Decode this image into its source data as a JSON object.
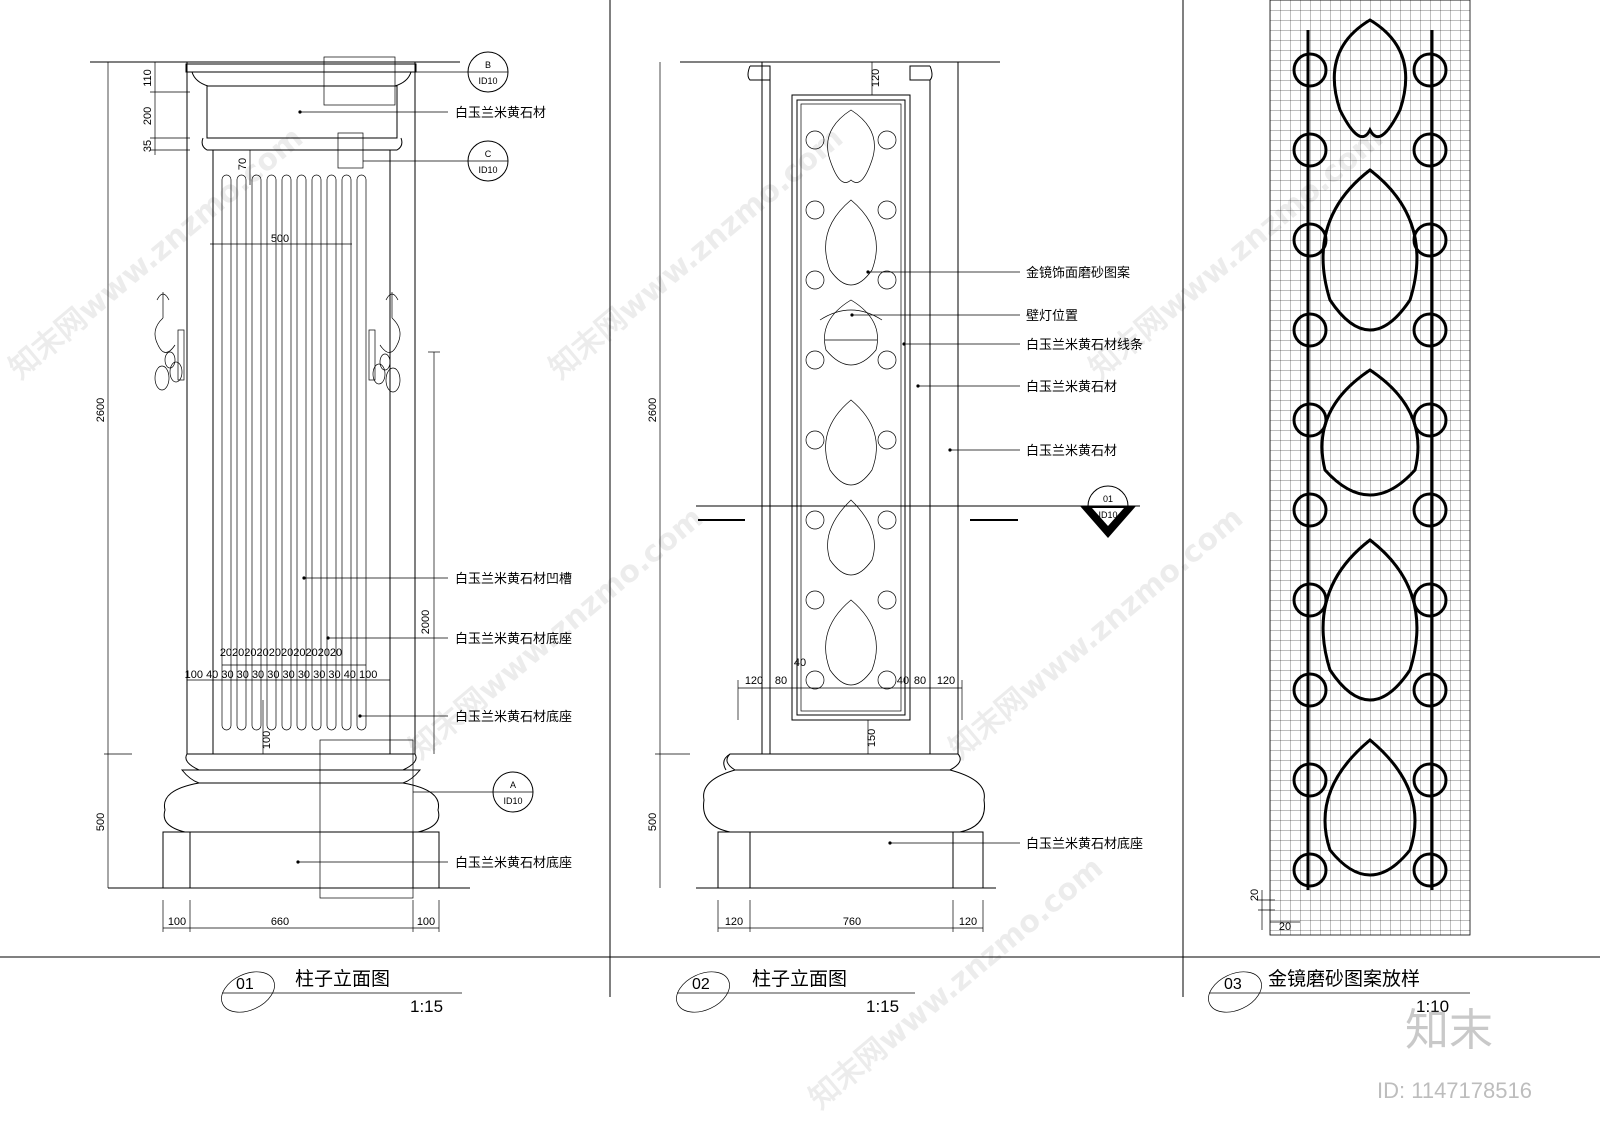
{
  "drawings": [
    {
      "number": "01",
      "title": "柱子立面图",
      "scale": "1:15",
      "callouts": [
        {
          "letter": "B",
          "ref": "ID10"
        },
        {
          "letter": "C",
          "ref": "ID10"
        },
        {
          "letter": "A",
          "ref": "ID10"
        }
      ],
      "labels": [
        "白玉兰米黄石材",
        "白玉兰米黄石材凹槽",
        "白玉兰米黄石材底座",
        "白玉兰米黄石材底座",
        "白玉兰米黄石材底座"
      ],
      "dimensions": {
        "vertical": [
          "110",
          "200",
          "35",
          "70",
          "2600",
          "500",
          "2000",
          "100"
        ],
        "horizontal": [
          "500",
          "100",
          "660",
          "100"
        ],
        "flutes_top": "20202020202020202020",
        "flutes_bottom": "100 40 30 30 30 30 30 30 30 30 40 100"
      }
    },
    {
      "number": "02",
      "title": "柱子立面图",
      "scale": "1:15",
      "callouts": [
        {
          "letter": "01",
          "ref": "ID10"
        }
      ],
      "labels": [
        "金镜饰面磨砂图案",
        "壁灯位置",
        "白玉兰米黄石材线条",
        "白玉兰米黄石材",
        "白玉兰米黄石材",
        "白玉兰米黄石材底座"
      ],
      "dimensions": {
        "vertical": [
          "120",
          "2600",
          "500",
          "150"
        ],
        "horizontal_top": [
          "120",
          "80",
          "40",
          "40",
          "80",
          "120"
        ],
        "horizontal_bottom": [
          "120",
          "760",
          "120"
        ]
      }
    },
    {
      "number": "03",
      "title": "金镜磨砂图案放样",
      "scale": "1:10",
      "dimensions": {
        "grid": [
          "20",
          "20"
        ]
      }
    }
  ],
  "watermark": {
    "site": "知末网www.znzmo.com",
    "brand": "知末",
    "id": "ID: 1147178516"
  }
}
